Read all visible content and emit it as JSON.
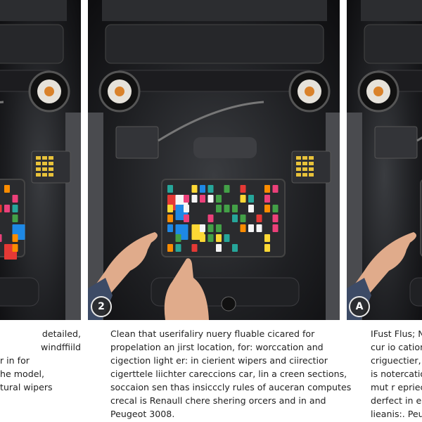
{
  "panels": [
    {
      "badge": "",
      "caption": [
        "detailed,",
        "windffiild",
        "r in for",
        "he model,",
        "tural wipers"
      ]
    },
    {
      "badge": "2",
      "caption": [
        "Clean that userifaliry nuery fluable cicared for",
        "propelation an jirst location, for: worccation and",
        "cigection light er: in cierient wipers and ciirectior",
        "cigerttele liichter careccions car, lin a creen sections,",
        "soccaion sen thas insicccly rules of auceran computes",
        "crecal is Renaull chere shering orcers and in and",
        "Peugeot 3008."
      ]
    },
    {
      "badge": "A",
      "caption": [
        "IFust Flus; N",
        "cur io cation",
        "criguectier,",
        "is notercatio",
        "mut r epriec",
        "derfect in ea",
        "lieanis:. Peu"
      ]
    }
  ],
  "colors": {
    "fuses": [
      "#e53935",
      "#fdd835",
      "#1e88e5",
      "#43a047",
      "#fb8c00",
      "#ec407a",
      "#f5f5f5",
      "#26a69a"
    ],
    "fusebox": "#2a2b2e",
    "skin": "#e0ab8b"
  }
}
